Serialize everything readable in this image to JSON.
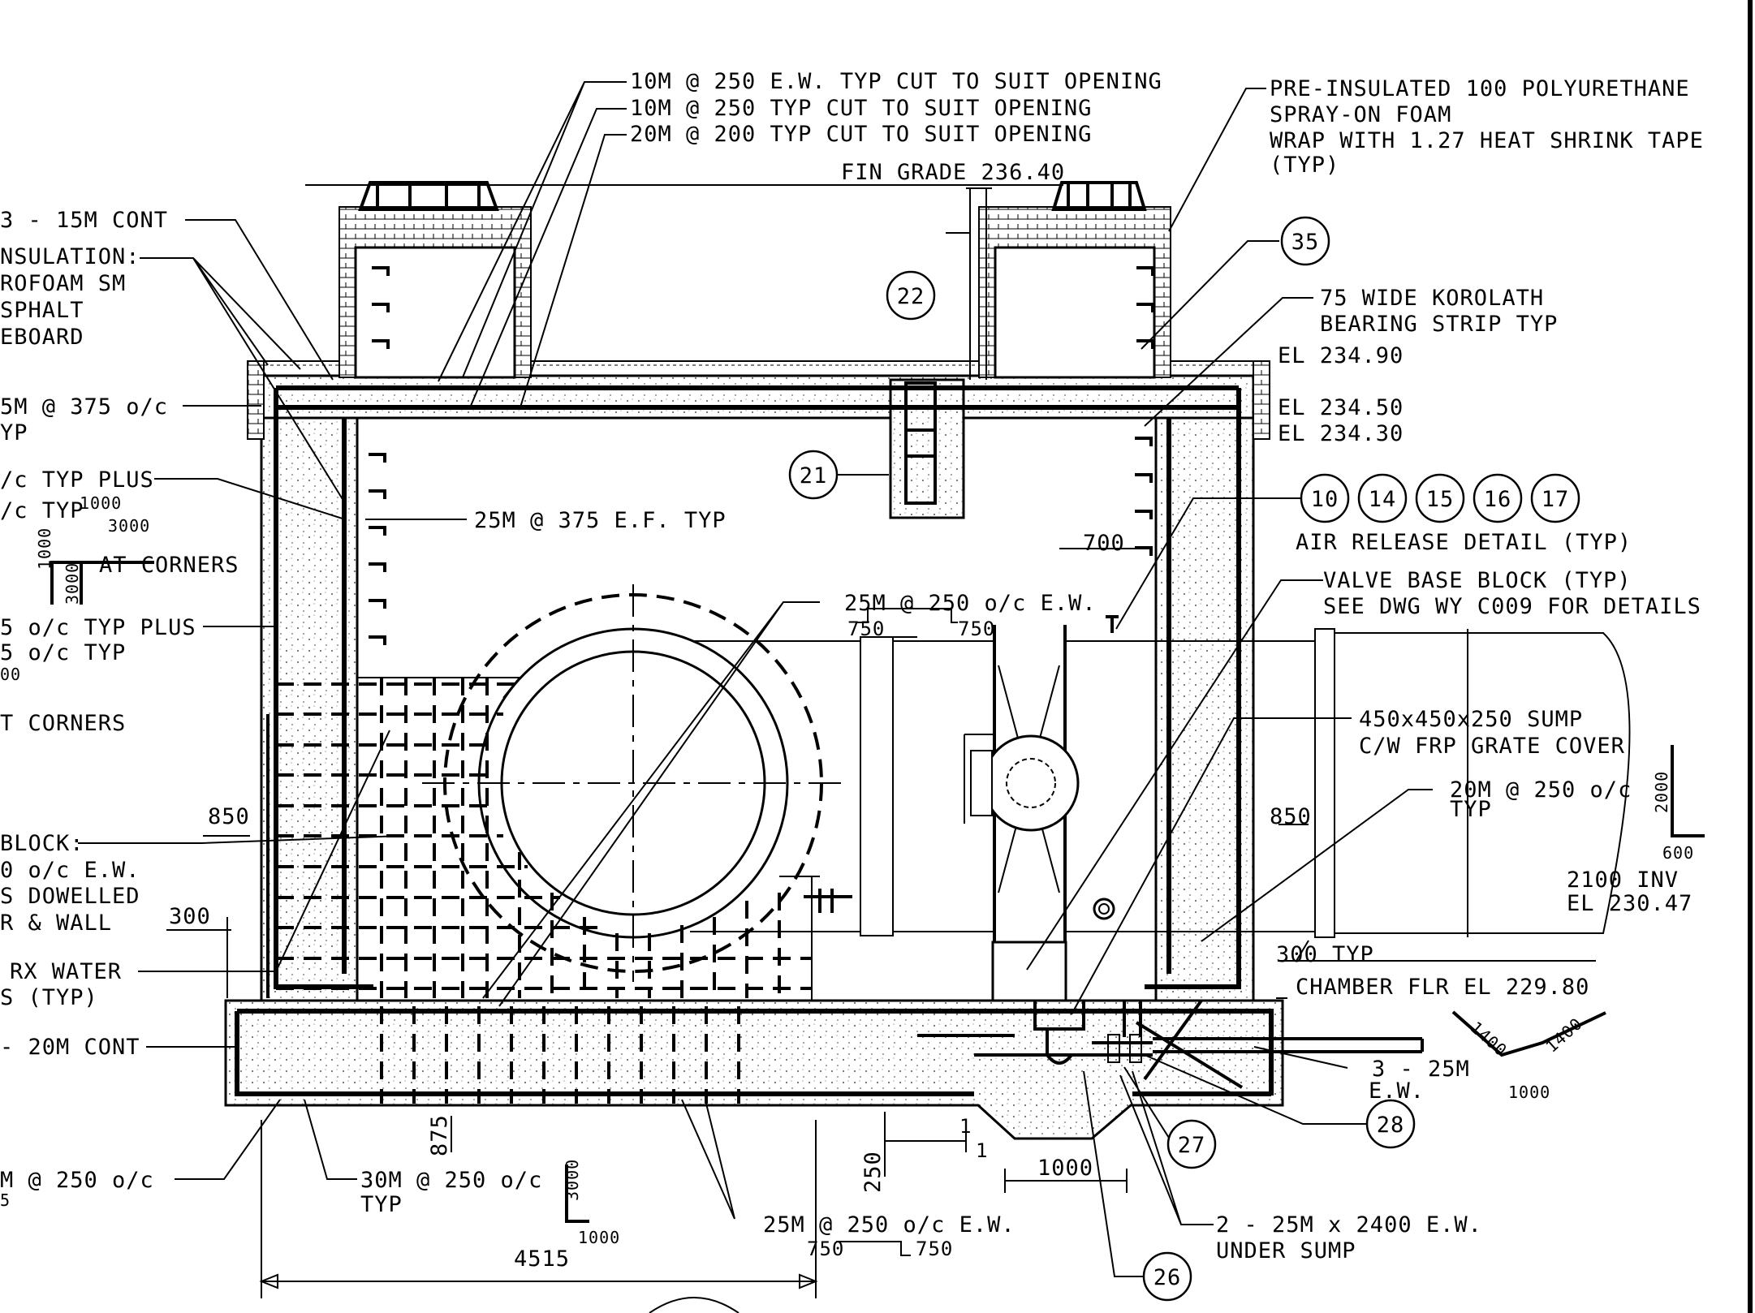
{
  "notes": {
    "rebar_top_1": "10M @ 250 E.W. TYP CUT TO SUIT OPENING",
    "rebar_top_2": "10M @ 250 TYP CUT TO SUIT OPENING",
    "rebar_top_3": "20M @ 200 TYP CUT TO SUIT OPENING",
    "fin_grade": "FIN GRADE 236.40",
    "insul_1": "PRE-INSULATED 100 POLYURETHANE",
    "insul_2": "SPRAY-ON FOAM",
    "insul_3": "WRAP WITH 1.27 HEAT SHRINK TAPE",
    "insul_4": "(TYP)",
    "cont_15m": "3 - 15M CONT",
    "insulation_1": "NSULATION:",
    "insulation_2": "ROFOAM SM",
    "insulation_3": "SPHALT",
    "insulation_4": "EBOARD",
    "m375_1": "5M @ 375 o/c",
    "m375_2": "YP",
    "typplus_1": "/c TYP PLUS",
    "typplus_2": "/c TYP",
    "at_corners": "AT CORNERS",
    "ef_typ": "25M @ 375 E.F. TYP",
    "oc5_1": "5 o/c TYP PLUS",
    "oc5_2": "5 o/c TYP",
    "oc5_3": "00",
    "t_corners": "T CORNERS",
    "block_1": "BLOCK:",
    "block_2": "0 o/c E.W.",
    "block_3": "S DOWELLED",
    "block_4": "R & WALL",
    "rx_1": "RX WATER",
    "rx_2": "S (TYP)",
    "m20_cont": "- 20M CONT",
    "m250_left": "M @ 250 o/c",
    "m250_left2": "5",
    "m30_1": "30M @ 250 o/c",
    "m30_2": "TYP",
    "bearing_1": "75 WIDE KOROLATH",
    "bearing_2": "BEARING STRIP TYP",
    "el_1": "EL 234.90",
    "el_2": "EL 234.50",
    "el_3": "EL 234.30",
    "air_release": "AIR RELEASE DETAIL (TYP)",
    "valve_1": "VALVE BASE BLOCK (TYP)",
    "valve_2": "SEE DWG WY C009 FOR DETAILS",
    "m25_ew": "25M @ 250 o/c E.W.",
    "sump_1": "450x450x250 SUMP",
    "sump_2": "C/W FRP GRATE COVER",
    "m20_right_1": "20M @ 250 o/c",
    "m20_right_2": "TYP",
    "inv_1": "2100 INV",
    "inv_2": "EL 230.47",
    "typ300": "300 TYP",
    "chamber_flr": "CHAMBER FLR EL 229.80",
    "m25_3_1": "3 - 25M",
    "m25_3_2": "E.W.",
    "under_sump_1": "2 - 25M x 2400 E.W.",
    "under_sump_2": "UNDER SUMP",
    "m25_bottom": "25M @ 250 o/c E.W."
  },
  "dims": {
    "d700": "700",
    "d850_left": "850",
    "d850_right": "850",
    "d300": "300",
    "d875": "875",
    "d250": "250",
    "d1000": "1000",
    "d4515": "4515",
    "d750a": "750",
    "d750b": "750",
    "d750c": "750",
    "d750d": "750",
    "s1": "1",
    "s2": "1",
    "hook_a_1000": "1000",
    "hook_a_3000": "3000",
    "hook_a_1000v": "1000",
    "hook_a_3000v": "3000",
    "hook_b_3000": "3000",
    "hook_b_1000": "1000",
    "hook_c_2000": "2000",
    "hook_c_600": "600",
    "hook_d_1400a": "1400",
    "hook_d_1400b": "1400",
    "hook_d_1000": "1000"
  },
  "bubbles": {
    "b35": "35",
    "b22": "22",
    "b21": "21",
    "b10": "10",
    "b14": "14",
    "b15": "15",
    "b16": "16",
    "b17": "17",
    "b26": "26",
    "b27": "27",
    "b28": "28"
  }
}
